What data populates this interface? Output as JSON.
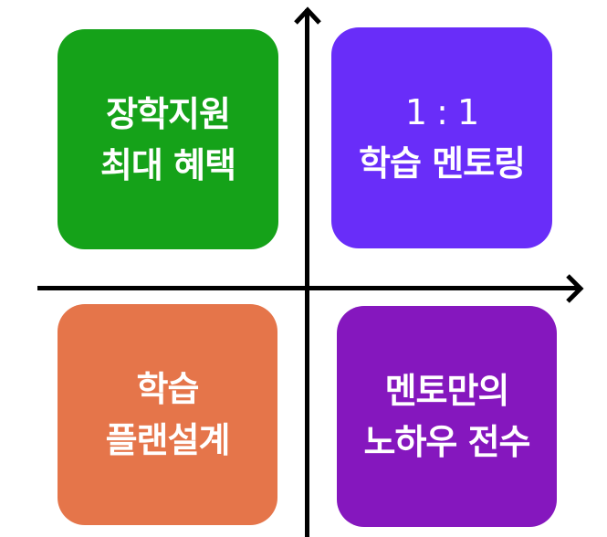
{
  "quadrants": [
    {
      "position": "top-left",
      "color": "#15A219",
      "lines": [
        "장학지원",
        "최대 혜택"
      ]
    },
    {
      "position": "top-right",
      "color": "#692DF9",
      "lines": [
        "1 : 1",
        "학습 멘토링"
      ]
    },
    {
      "position": "bottom-left",
      "color": "#E5754A",
      "lines": [
        "학습",
        "플랜설계"
      ]
    },
    {
      "position": "bottom-right",
      "color": "#8517BE",
      "lines": [
        "멘토만의",
        "노하우 전수"
      ]
    }
  ],
  "axes": {
    "color": "#000000",
    "x_arrow": "right-arrow",
    "y_arrow": "up-arrow"
  }
}
